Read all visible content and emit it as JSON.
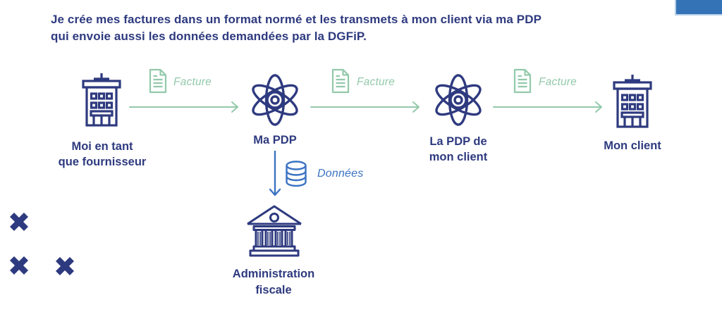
{
  "title": {
    "text": "Je crée mes factures dans un format normé et les transmets à mon client via ma PDP\nqui envoie aussi les données demandées par la DGFiP."
  },
  "flow": {
    "nodes": [
      {
        "id": "fournisseur",
        "icon": "office-building-icon",
        "label": "Moi en tant\nque fournisseur"
      },
      {
        "id": "ma-pdp",
        "icon": "atom-icon",
        "label": "Ma PDP"
      },
      {
        "id": "pdp-client",
        "icon": "atom-icon",
        "label": "La PDP de\nmon client"
      },
      {
        "id": "mon-client",
        "icon": "office-building-icon",
        "label": "Mon client"
      },
      {
        "id": "administration-fiscale",
        "icon": "bank-icon",
        "label": "Administration\nfiscale"
      }
    ],
    "edges": [
      {
        "from": "fournisseur",
        "to": "ma-pdp",
        "icon": "document-icon",
        "label": "Facture"
      },
      {
        "from": "ma-pdp",
        "to": "pdp-client",
        "icon": "document-icon",
        "label": "Facture"
      },
      {
        "from": "pdp-client",
        "to": "mon-client",
        "icon": "document-icon",
        "label": "Facture"
      },
      {
        "from": "ma-pdp",
        "to": "administration-fiscale",
        "icon": "database-icon",
        "label": "Données"
      }
    ]
  },
  "decorations": {
    "cross_count": 3
  },
  "colors": {
    "navy": "#2e3a7f",
    "green": "#93c9ab",
    "blue": "#3b73c3",
    "corner_rect": "#3473b6",
    "corner_rect_edge": "#b7cfe8"
  }
}
